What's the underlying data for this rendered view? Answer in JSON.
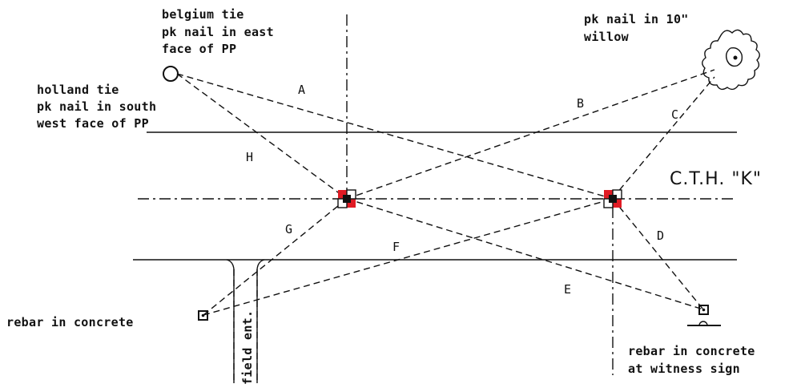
{
  "road": {
    "label": "C.T.H. \"K\""
  },
  "ties": {
    "belgium": [
      "belgium tie",
      "pk nail in east",
      "face of PP"
    ],
    "holland": [
      "holland tie",
      "pk nail in south",
      "west face of PP"
    ],
    "willow": [
      "pk nail in 10\"",
      "willow"
    ],
    "rebar_left": [
      "rebar in concrete"
    ],
    "rebar_witness": [
      "rebar in concrete",
      "at witness sign"
    ]
  },
  "entrance": {
    "label": "field ent."
  },
  "tie_lines": [
    "A",
    "B",
    "C",
    "D",
    "E",
    "F",
    "G",
    "H"
  ],
  "colors": {
    "monument": "#e01b24",
    "ink": "#111111"
  }
}
